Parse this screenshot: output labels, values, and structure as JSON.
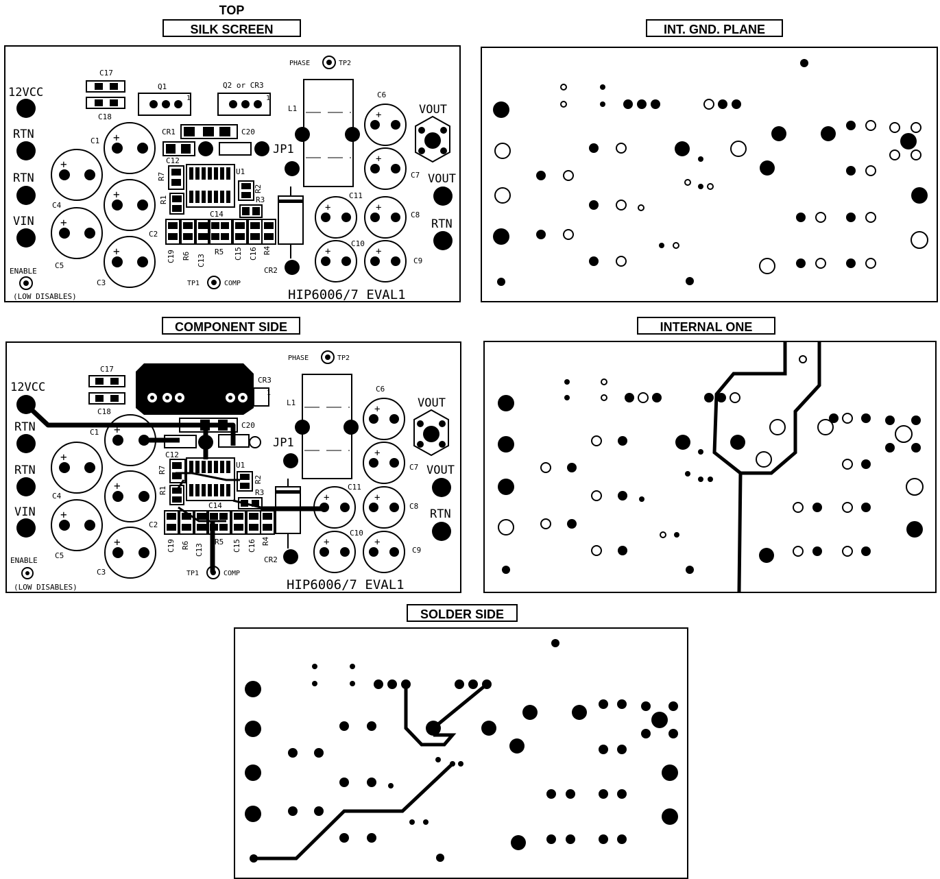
{
  "headers": {
    "top": "TOP",
    "silk_screen": "SILK SCREEN",
    "int_gnd_plane": "INT. GND. PLANE",
    "component_side": "COMPONENT SIDE",
    "internal_one": "INTERNAL ONE",
    "solder_side": "SOLDER SIDE"
  },
  "board_labels": {
    "vcc12": "12VCC",
    "rtn": "RTN",
    "vin": "VIN",
    "enable": "ENABLE",
    "low_disables": "(LOW DISABLES)",
    "vout": "VOUT",
    "phase": "PHASE",
    "tp2": "TP2",
    "tp1": "TP1",
    "comp": "COMP",
    "jp1": "JP1",
    "l1": "L1",
    "u1": "U1",
    "q1": "Q1",
    "q2_cr3": "Q2 or CR3",
    "cr3": "CR3",
    "cr1": "CR1",
    "cr2": "CR2",
    "c1": "C1",
    "c2": "C2",
    "c3": "C3",
    "c4": "C4",
    "c5": "C5",
    "c6": "C6",
    "c7": "C7",
    "c8": "C8",
    "c9": "C9",
    "c10": "C10",
    "c11": "C11",
    "c12": "C12",
    "c13": "C13",
    "c14": "C14",
    "c15": "C15",
    "c16": "C16",
    "c17": "C17",
    "c18": "C18",
    "c19": "C19",
    "c20": "C20",
    "r1": "R1",
    "r2": "R2",
    "r3": "R3",
    "r4": "R4",
    "r5": "R5",
    "r6": "R6",
    "r7": "R7",
    "pin1": "1",
    "board_name": "HIP6006/7 EVAL1"
  },
  "colors": {
    "ink": "#000000",
    "paper": "#ffffff"
  }
}
